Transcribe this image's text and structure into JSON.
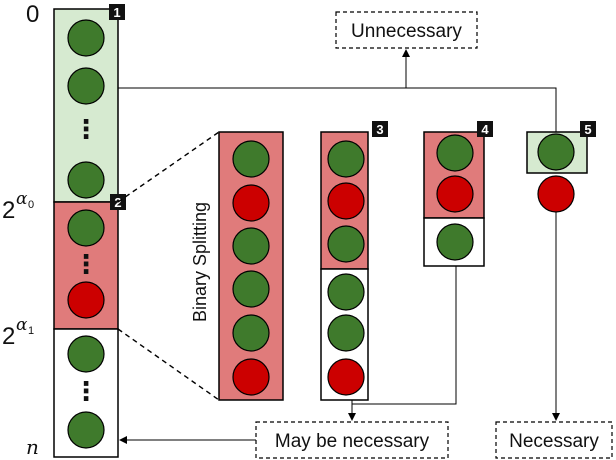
{
  "axis": {
    "label_top": "0",
    "label_a0_base": "2",
    "label_a0_exp": "α",
    "label_a0_sub": "0",
    "label_a1_base": "2",
    "label_a1_exp": "α",
    "label_a1_sub": "1",
    "label_bottom": "n"
  },
  "badges": {
    "b1": "1",
    "b2": "2",
    "b3": "3",
    "b4": "4",
    "b5": "5"
  },
  "labels": {
    "binary_splitting": "Binary Splitting",
    "unnecessary": "Unnecessary",
    "may_be_necessary": "May be necessary",
    "necessary": "Necessary"
  },
  "ellipsis": "⋮",
  "colors": {
    "green_fill": "#d6ead0",
    "red_fill": "#e07b7b",
    "white_fill": "#ffffff",
    "green_ball": "#3f7a2c",
    "red_ball": "#cc0000",
    "stroke": "#000000"
  }
}
